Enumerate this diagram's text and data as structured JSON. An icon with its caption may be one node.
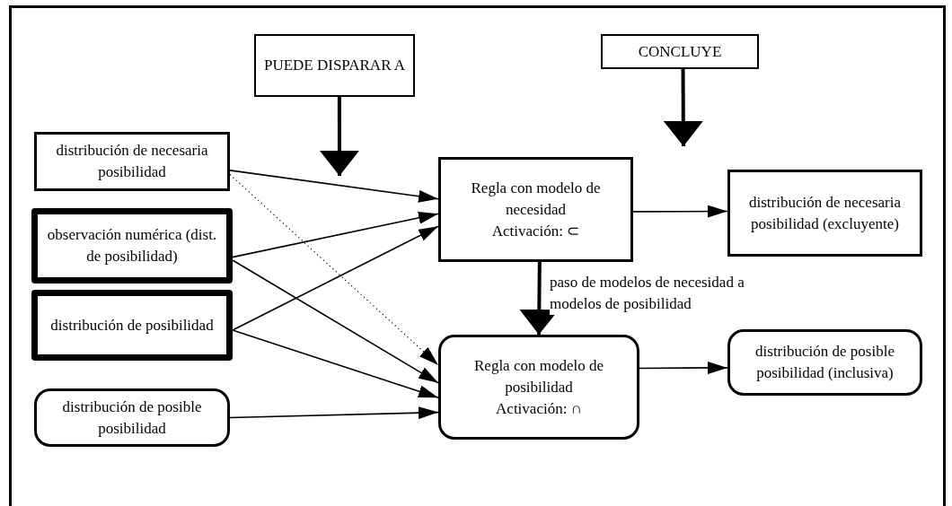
{
  "diagram": {
    "nodes": [
      {
        "text": [
          "PUEDE DISPARAR A"
        ]
      },
      {
        "text": [
          "CONCLUYE"
        ]
      },
      {
        "text": [
          "distribución de necesaria posibilidad"
        ]
      },
      {
        "text": [
          "observación numérica (dist. de posibilidad)"
        ]
      },
      {
        "text": [
          "distribución de posibilidad"
        ]
      },
      {
        "text": [
          "distribución de posible posibilidad"
        ]
      },
      {
        "text": [
          "Regla con modelo de necesidad",
          "Activación: ⊂"
        ]
      },
      {
        "text": [
          "distribución de necesaria posibilidad (excluyente)"
        ]
      },
      {
        "text": [
          "Regla con modelo de posibilidad",
          "Activación: ∩"
        ]
      },
      {
        "text": [
          "distribución de posible posibilidad (inclusiva)"
        ]
      }
    ],
    "edges": [
      {
        "from": 2,
        "to": 6,
        "arrow": "to"
      },
      {
        "from": 3,
        "to": 6,
        "arrow": "to"
      },
      {
        "from": 4,
        "to": 6,
        "arrow": "to"
      },
      {
        "from": 3,
        "to": 8,
        "arrow": "to"
      },
      {
        "from": 4,
        "to": 8,
        "arrow": "to"
      },
      {
        "from": 2,
        "to": 8,
        "arrow": "to",
        "style": "dashed"
      },
      {
        "from": 5,
        "to": 8,
        "arrow": "to"
      },
      {
        "from": 6,
        "to": 7,
        "arrow": "to"
      },
      {
        "from": 6,
        "to": 8,
        "arrow": "to",
        "style": "thick",
        "label": "paso de modelos de necesidad a modelos de posibilidad"
      },
      {
        "from": 8,
        "to": 9,
        "arrow": "to"
      },
      {
        "from": 0,
        "to": null,
        "arrow": "to",
        "style": "thick"
      },
      {
        "from": 1,
        "to": null,
        "arrow": "to",
        "style": "thick"
      }
    ]
  }
}
